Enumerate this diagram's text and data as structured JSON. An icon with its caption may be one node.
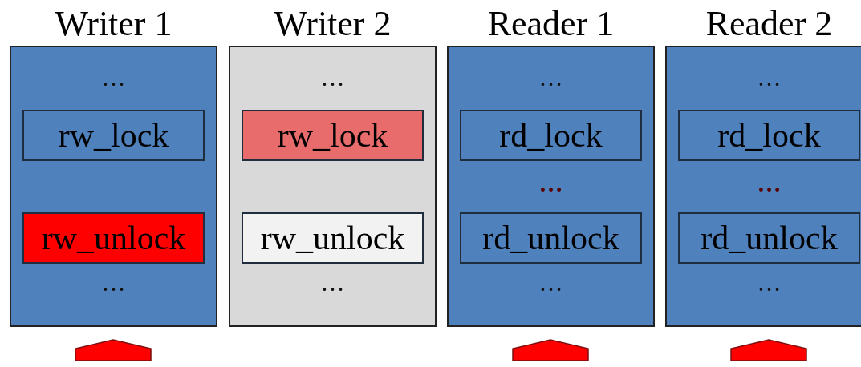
{
  "diagram": {
    "nodes": [
      {
        "text": [
          "Writer 1",
          "…",
          "…"
        ]
      },
      {
        "text": [
          "rw_lock"
        ],
        "in": 0
      },
      {
        "text": [
          "rw_unlock"
        ],
        "in": 0
      },
      {
        "text": [
          "Writer 2",
          "…",
          "…"
        ]
      },
      {
        "text": [
          "rw_lock"
        ],
        "in": 3
      },
      {
        "text": [
          "rw_unlock"
        ],
        "in": 3
      },
      {
        "text": [
          "Reader 1",
          "…",
          "…",
          "…"
        ]
      },
      {
        "text": [
          "rd_lock"
        ],
        "in": 6
      },
      {
        "text": [
          "rd_unlock"
        ],
        "in": 6
      },
      {
        "text": [
          "Reader 2",
          "…",
          "…",
          "…"
        ]
      },
      {
        "text": [
          "rd_lock"
        ],
        "in": 9
      },
      {
        "text": [
          "rd_unlock"
        ],
        "in": 9
      }
    ]
  }
}
